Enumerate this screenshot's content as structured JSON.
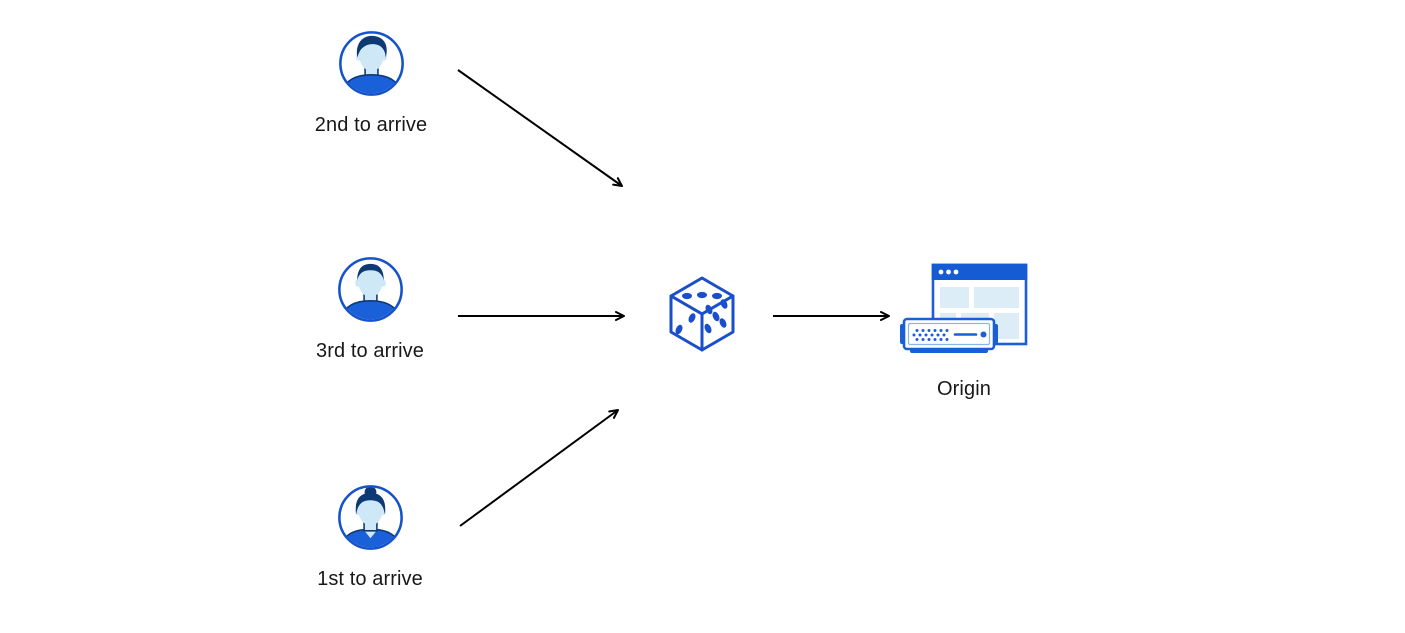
{
  "diagram": {
    "type": "flow-diagram",
    "nodes": {
      "visitor_second": {
        "label": "2nd to arrive",
        "icon": "user-avatar-male-swept-hair"
      },
      "visitor_third": {
        "label": "3rd to arrive",
        "icon": "user-avatar-male-flat-hair"
      },
      "visitor_first": {
        "label": "1st to arrive",
        "icon": "user-avatar-female-bun"
      },
      "random_selector": {
        "label": "",
        "icon": "dice-icon"
      },
      "origin": {
        "label": "Origin",
        "icon": "origin-server-browser-icon"
      }
    },
    "edges": [
      {
        "from": "visitor_second",
        "to": "random_selector"
      },
      {
        "from": "visitor_third",
        "to": "random_selector"
      },
      {
        "from": "visitor_first",
        "to": "random_selector"
      },
      {
        "from": "random_selector",
        "to": "origin"
      }
    ],
    "colors": {
      "background": "#ffffff",
      "arrow": "#000000",
      "outline_blue": "#1553cb",
      "shirt_blue": "#1a60d8",
      "hair_navy": "#0d3a75",
      "skin_light_blue": "#cfe8f8",
      "dice_blue": "#1b4ecb",
      "window_header_blue": "#155bd4",
      "window_block_light": "#ddedf8",
      "text": "#17181a"
    }
  }
}
